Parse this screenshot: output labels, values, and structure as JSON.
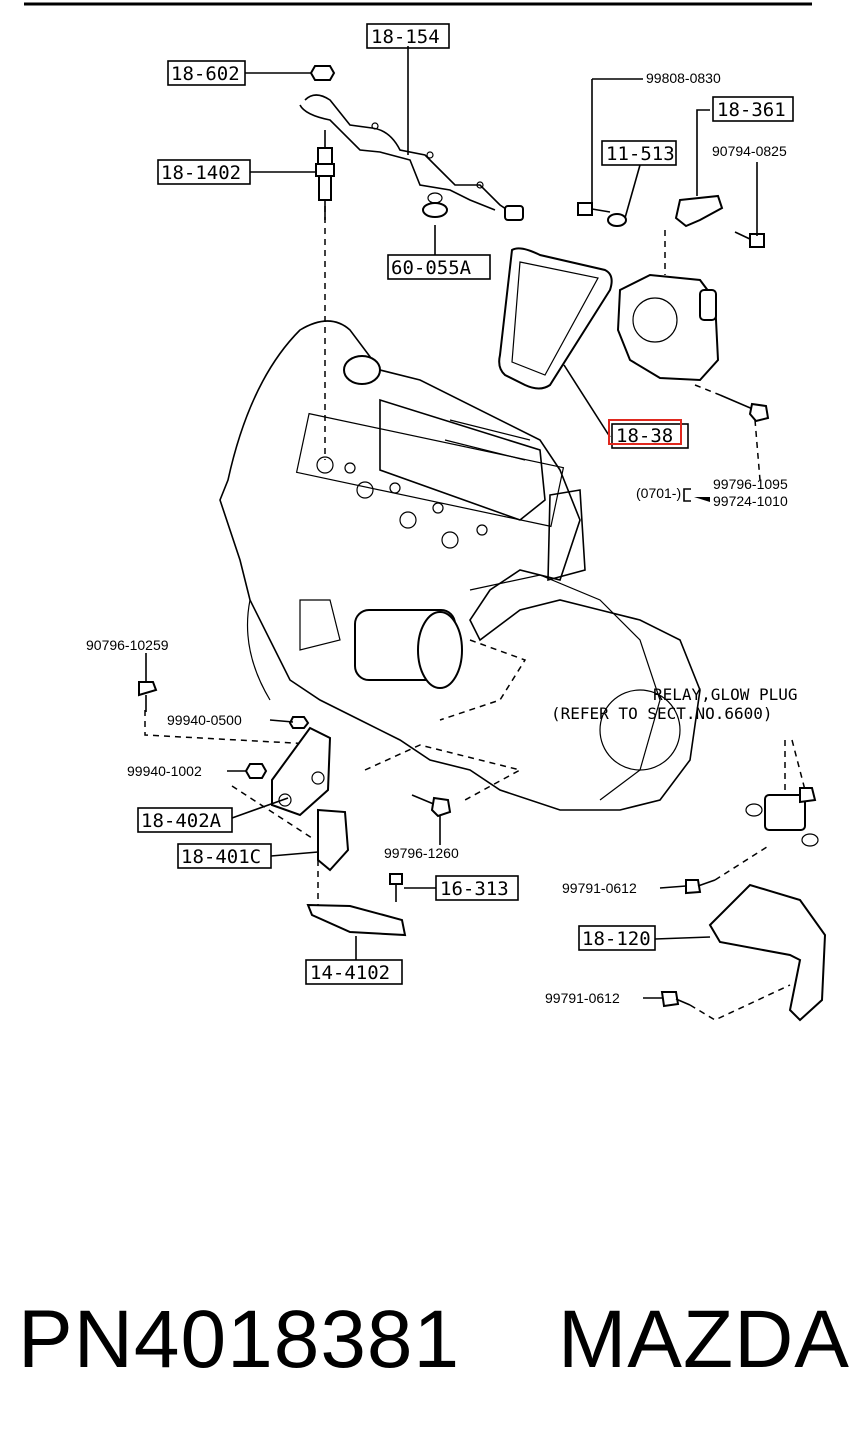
{
  "callouts": {
    "c18_154": "18-154",
    "c18_602": "18-602",
    "c18_1402": "18-1402",
    "c60_055A": "60-055A",
    "c99808_0830": "99808-0830",
    "c18_361": "18-361",
    "c11_513": "11-513",
    "c90794_0825": "90794-0825",
    "c18_38": "18-38",
    "c99796_1095": "99796-1095",
    "c0701": "(0701-)",
    "c99724_1010": "99724-1010",
    "c90796_10259": "90796-10259",
    "c99940_0500": "99940-0500",
    "c99940_1002": "99940-1002",
    "c18_402A": "18-402A",
    "c18_401C": "18-401C",
    "c99796_1260": "99796-1260",
    "c16_313": "16-313",
    "c14_4102": "14-4102",
    "c99791_0612a": "99791-0612",
    "c18_120": "18-120",
    "c99791_0612b": "99791-0612",
    "relay_line1": "RELAY,GLOW PLUG",
    "relay_line2": "(REFER TO SECT.NO.6600)"
  },
  "highlight_color": "#e0281e",
  "footer": {
    "part_number": "PN4018381",
    "brand": "MAZDA"
  }
}
